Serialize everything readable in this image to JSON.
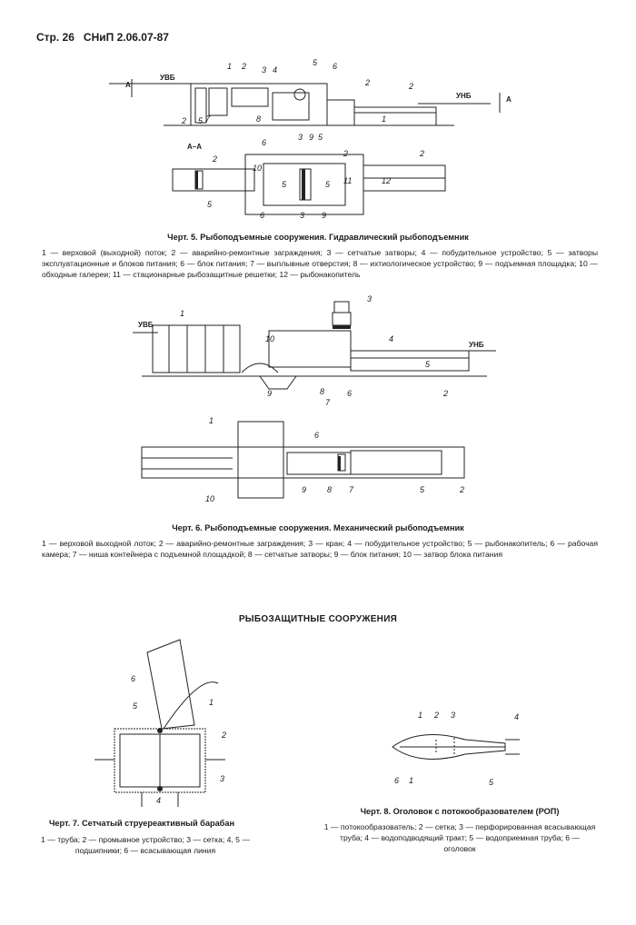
{
  "header": {
    "page": "Стр. 26",
    "code": "СНиП 2.06.07-87"
  },
  "fig5": {
    "caption": "Черт. 5. Рыбоподъемные сооружения. Гидравлический рыбоподъемник",
    "section_label": "А–А",
    "cut_label": "А",
    "uvb": "УВБ",
    "unb": "УНБ",
    "legend": "1 — верховой (выходной) поток; 2 — аварийно-ремонтные заграждения; 3 — сетчатые затворы; 4 — побудительное устройство; 5 — затворы эксплуатационные и блоков питания; 6 — блок питания; 7 — выплывные отверстия; 8 — ихтиологическое устройство; 9 — подъемная площадка; 10 — обходные галереи; 11 — стационарные рыбозащитные решетки; 12 — рыбонакопитель"
  },
  "fig6": {
    "caption": "Черт. 6. Рыбоподъемные сооружения. Механический рыбоподъемник",
    "uvb": "УВБ",
    "unb": "УНБ",
    "legend": "1 — верховой выходной лоток; 2 — аварийно-ремонтные заграждения; 3 — кран; 4 — побудительное устройство; 5 — рыбонакопитель; 6 — рабочая камера; 7 — ниша контейнера с подъемной площадкой; 8 — сетчатые затворы; 9 — блок питания; 10 — затвор блока питания"
  },
  "section_title": "РЫБОЗАЩИТНЫЕ СООРУЖЕНИЯ",
  "fig7": {
    "caption": "Черт. 7. Сетчатый струереактивный барабан",
    "legend": "1 — труба; 2 — промывное устройство; 3 — сетка; 4, 5 — подшипники; 6 — всасывающая линия"
  },
  "fig8": {
    "caption": "Черт. 8. Оголовок с потокообразователем (РОП)",
    "legend": "1 — потокообразователь; 2 — сетка; 3 — перфорированная всасывающая труба; 4 — водоподводящий тракт; 5 — водоприемная труба; 6 — оголовок"
  }
}
